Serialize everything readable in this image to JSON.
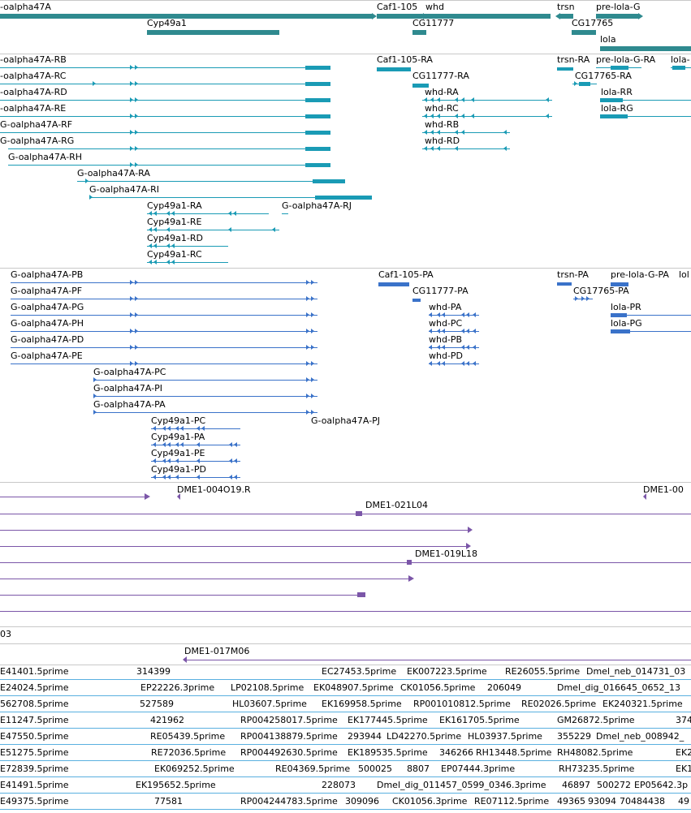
{
  "colors": {
    "gene_dark": "#2f8a8f",
    "gene_mrna": "#1a9bb5",
    "protein": "#3a72c9",
    "clone": "#7b56a8",
    "est": "#5ab0e0",
    "separator": "#c8c8c8"
  },
  "gene_span": {
    "labels": [
      "-oalpha47A",
      "Caf1-105",
      "whd",
      "trsn",
      "pre-lola-G",
      "Cyp49a1",
      "CG11777",
      "CG17765",
      "lola"
    ]
  },
  "transcripts": {
    "labels": [
      "-oalpha47A-RB",
      "-oalpha47A-RC",
      "-oalpha47A-RD",
      "-oalpha47A-RE",
      "G-oalpha47A-RF",
      "G-oalpha47A-RG",
      "G-oalpha47A-RH",
      "G-oalpha47A-RA",
      "G-oalpha47A-RI",
      "G-oalpha47A-RJ",
      "Cyp49a1-RA",
      "Cyp49a1-RE",
      "Cyp49a1-RD",
      "Cyp49a1-RC",
      "Caf1-105-RA",
      "CG11777-RA",
      "whd-RA",
      "whd-RC",
      "whd-RB",
      "whd-RD",
      "trsn-RA",
      "pre-lola-G-RA",
      "lola-",
      "CG17765-RA",
      "lola-RR",
      "lola-RG"
    ]
  },
  "proteins": {
    "labels": [
      "G-oalpha47A-PB",
      "G-oalpha47A-PF",
      "G-oalpha47A-PG",
      "G-oalpha47A-PH",
      "G-oalpha47A-PD",
      "G-oalpha47A-PE",
      "G-oalpha47A-PC",
      "G-oalpha47A-PI",
      "G-oalpha47A-PA",
      "G-oalpha47A-PJ",
      "Cyp49a1-PC",
      "Cyp49a1-PA",
      "Cyp49a1-PE",
      "Cyp49a1-PD",
      "Caf1-105-PA",
      "CG11777-PA",
      "whd-PA",
      "whd-PC",
      "whd-PB",
      "whd-PD",
      "trsn-PA",
      "CG17765-PA",
      "pre-lola-G-PA",
      "lol",
      "lola-PR",
      "lola-PG"
    ]
  },
  "clones": {
    "labels": [
      "DME1-004O19.R",
      "DME1-00",
      "DME1-021L04",
      "DME1-019L18",
      "03",
      "DME1-017M06"
    ]
  },
  "ests": {
    "labels": [
      "E41401.5prime",
      "314399",
      "EC27453.5prime",
      "EK007223.5prime",
      "RE26055.5prime",
      "Dmel_neb_014731_03",
      "E24024.5prime",
      "EP22226.3prime",
      "LP02108.5prime",
      "EK048907.5prime",
      "CK01056.5prime",
      "206049",
      "Dmel_dig_016645_0652_13",
      "562708.5prime",
      "527589",
      "HL03607.5prime",
      "EK169958.5prime",
      "RP001010812.5prime",
      "RE02026.5prime",
      "EK240321.5prime",
      "E11247.5prime",
      "421962",
      "RP004258017.5prime",
      "EK177445.5prime",
      "EK161705.5prime",
      "GM26872.5prime",
      "374",
      "E47550.5prime",
      "RE05439.5prime",
      "RP004138879.5prime",
      "293944",
      "LD42270.5prime",
      "HL03937.5prime",
      "355229",
      "Dmel_neb_008942_",
      "E51275.5prime",
      "RE72036.5prime",
      "RP004492630.5prime",
      "EK189535.5prime",
      "346266",
      "RH13448.5prime",
      "RH48082.5prime",
      "EK2",
      "E72839.5prime",
      "EK069252.5prime",
      "RE04369.5prime",
      "500025",
      "8807",
      "EP07444.3prime",
      "RH73235.5prime",
      "EK1",
      "E41491.5prime",
      "EK195652.5prime",
      "228073",
      "Dmel_dig_011457_0599_0346.3prime",
      "46897",
      "500272",
      "EP05642.3p",
      "E49375.5prime",
      "77581",
      "RP004244783.5prime",
      "309096",
      "CK01056.3prime",
      "RE07112.5prime",
      "49365",
      "93094",
      "70484438",
      "49"
    ]
  }
}
